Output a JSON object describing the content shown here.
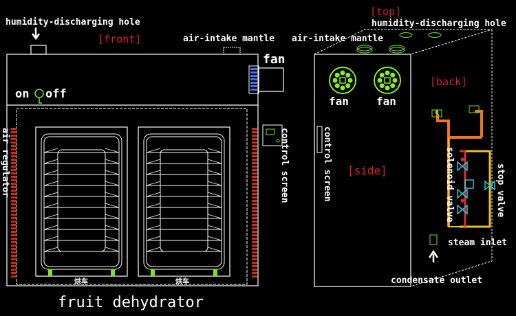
{
  "title": "fruit dehydrator",
  "front": {
    "tag": "[front]",
    "humidity_hole": "humidity-discharging hole",
    "air_intake": "air-intake mantle",
    "fan": "fan",
    "on": "on",
    "off": "off",
    "air_regulator": "air regulator",
    "control_screen": "control screen",
    "cart_label_left": "烘车",
    "cart_label_right": "烘车"
  },
  "side": {
    "tag": "[side]",
    "top_tag": "[top]",
    "back_tag": "[back]",
    "air_intake": "air-intake mantle",
    "humidity_hole": "humidity-discharging hole",
    "fan_left": "fan",
    "fan_right": "fan",
    "control_screen": "control screen",
    "solenoid_valve": "solenoid valve",
    "stop_valve": "stop valve",
    "steam_inlet": "steam inlet",
    "condensate_outlet": "condensate outlet"
  },
  "colors": {
    "line": "#ffffff",
    "label_red": "#e02020",
    "fan_green": "#88ee22",
    "regulator_red": "#c83010",
    "pipe_orange": "#f07818",
    "pipe_yellow": "#f0c020",
    "valve_cyan": "#20c8e0",
    "fan_blue": "#4a6cf0",
    "cart_feet": "#80e020"
  }
}
